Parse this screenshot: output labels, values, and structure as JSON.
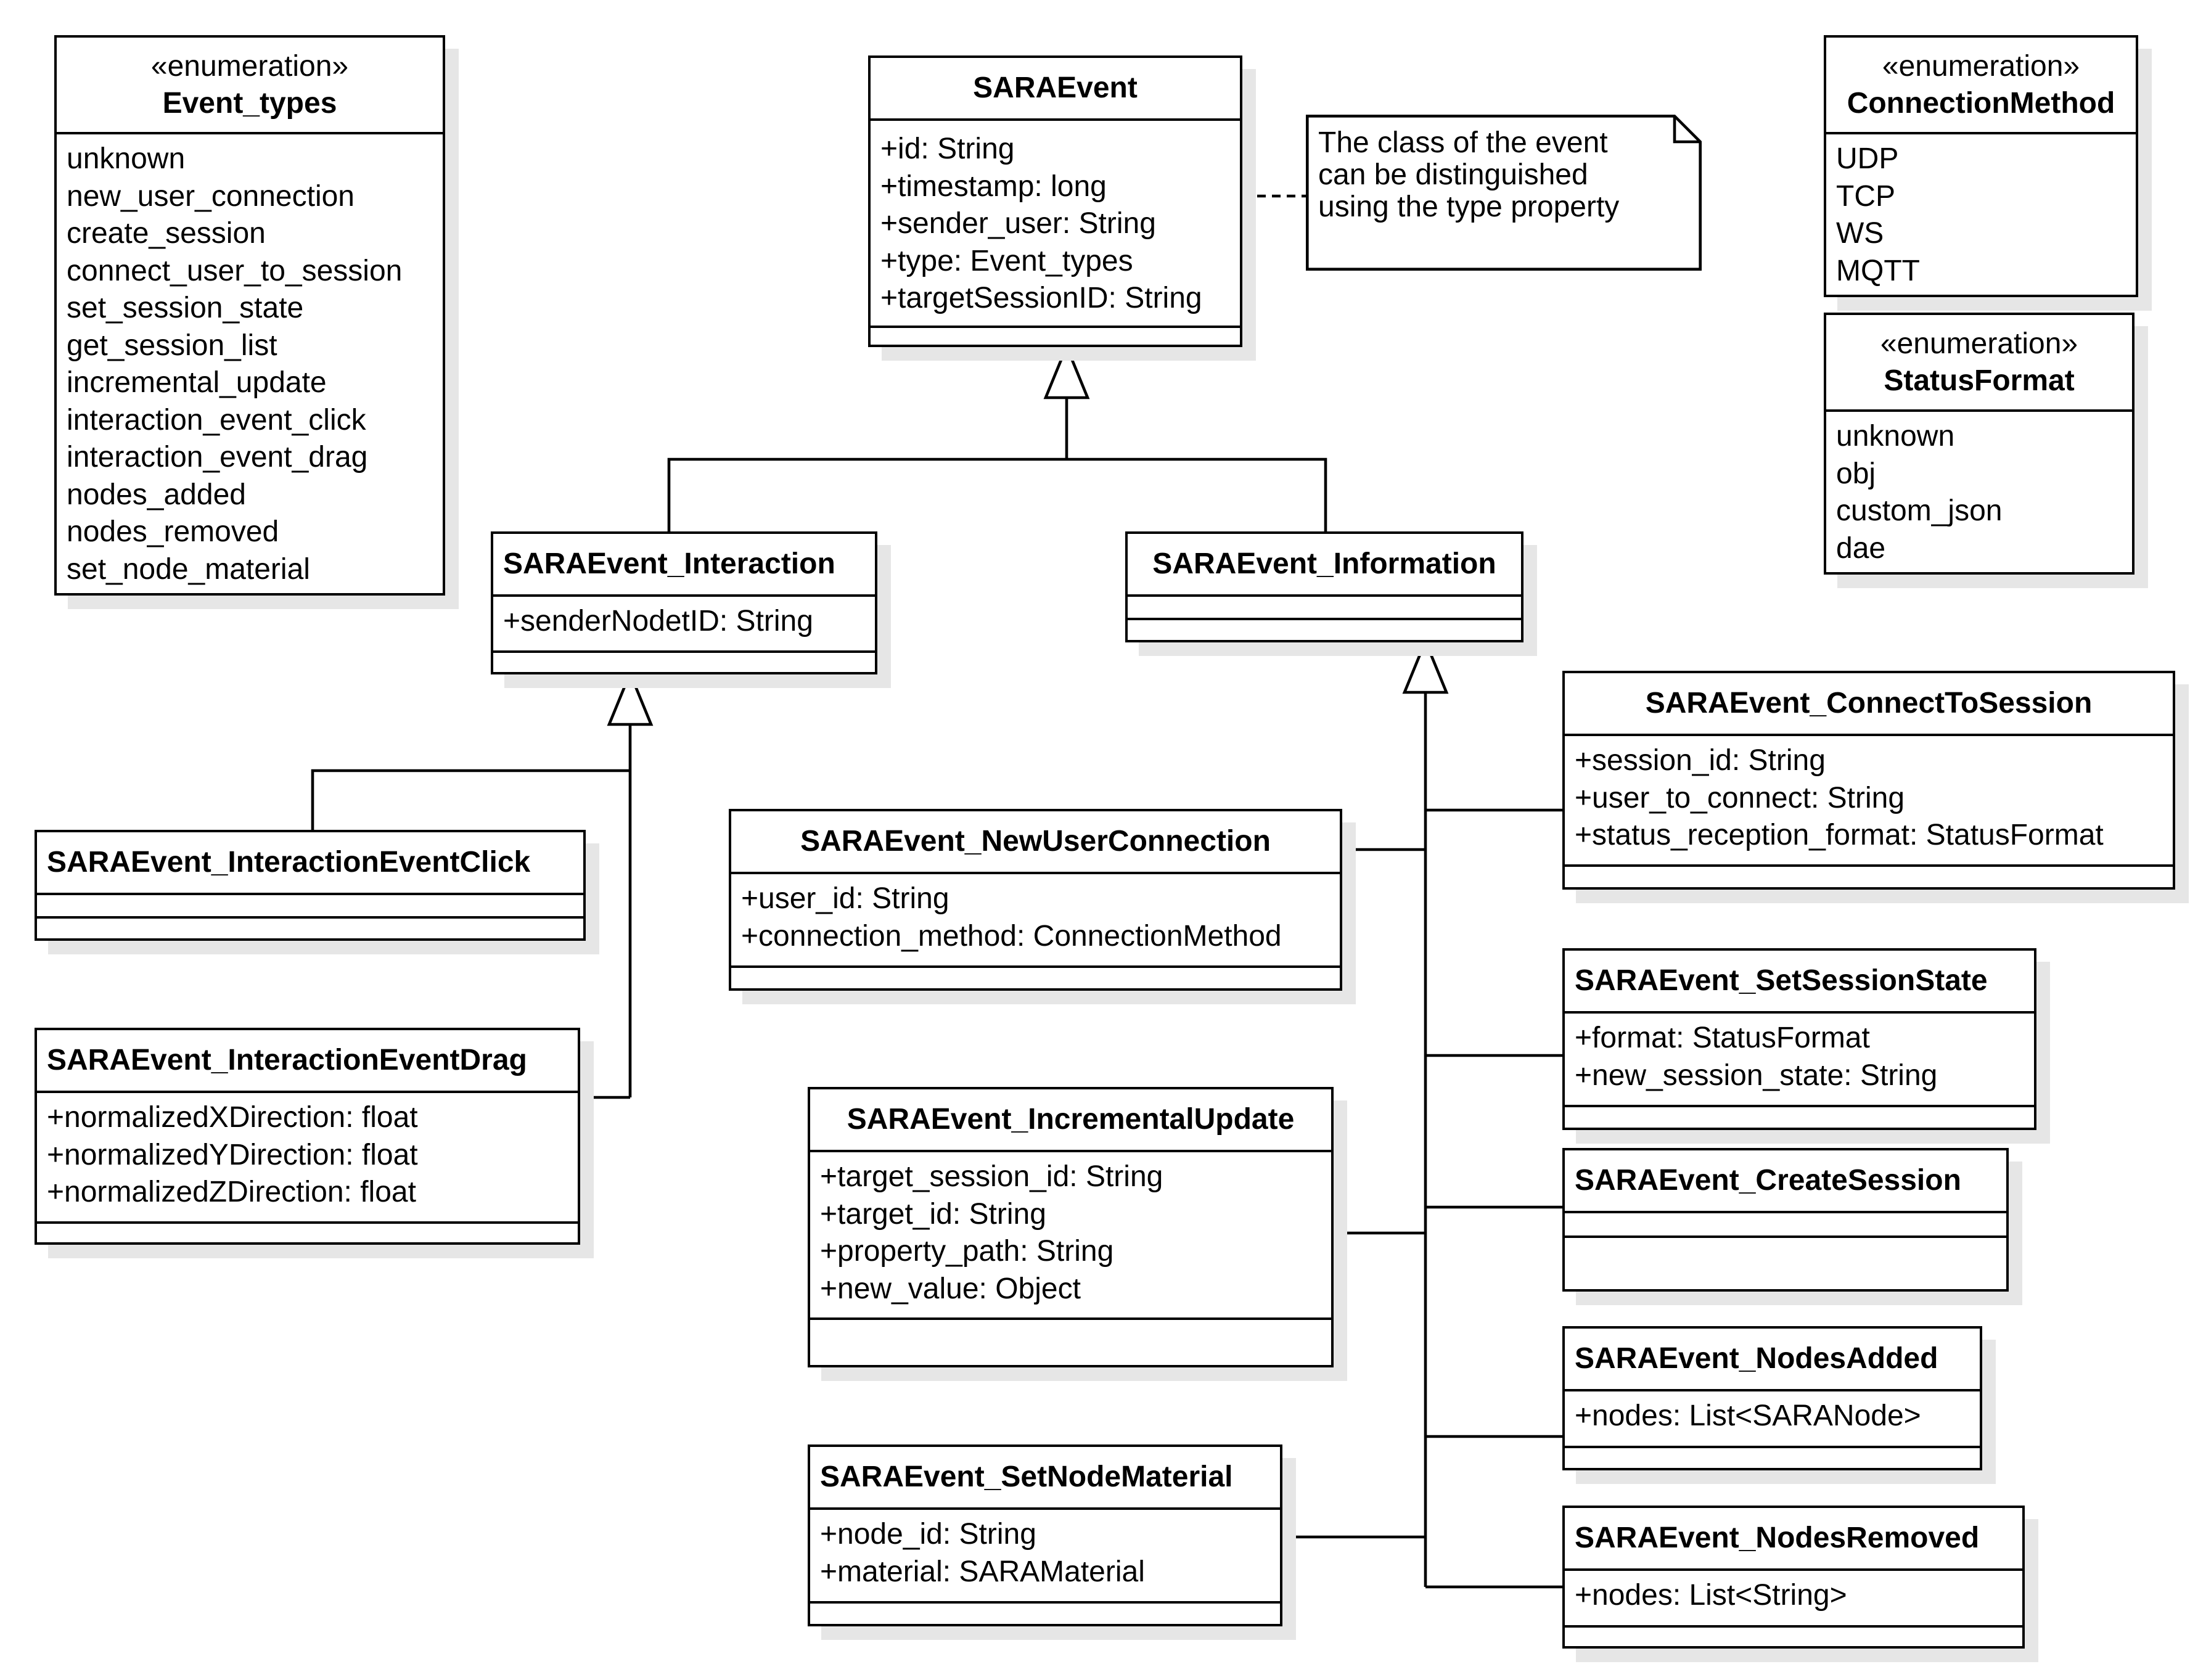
{
  "enum_event_types": {
    "stereotype": "«enumeration»",
    "name": "Event_types",
    "values": [
      "unknown",
      "new_user_connection",
      "create_session",
      "connect_user_to_session",
      "set_session_state",
      "get_session_list",
      "incremental_update",
      "interaction_event_click",
      "interaction_event_drag",
      "nodes_added",
      "nodes_removed",
      "set_node_material"
    ]
  },
  "enum_connection_method": {
    "stereotype": "«enumeration»",
    "name": "ConnectionMethod",
    "values": [
      "UDP",
      "TCP",
      "WS",
      "MQTT"
    ]
  },
  "enum_status_format": {
    "stereotype": "«enumeration»",
    "name": "StatusFormat",
    "values": [
      "unknown",
      "obj",
      "custom_json",
      "dae"
    ]
  },
  "sara_event": {
    "name": "SARAEvent",
    "attributes": [
      "+id: String",
      "+timestamp: long",
      "+sender_user: String",
      "+type: Event_types",
      "+targetSessionID: String"
    ]
  },
  "note": {
    "lines": [
      "The class of the event",
      "can be distinguished",
      "using the type property"
    ]
  },
  "interaction": {
    "name": "SARAEvent_Interaction",
    "attributes": [
      "+senderNodetID: String"
    ]
  },
  "information": {
    "name": "SARAEvent_Information",
    "attributes": []
  },
  "click": {
    "name": "SARAEvent_InteractionEventClick",
    "attributes": []
  },
  "drag": {
    "name": "SARAEvent_InteractionEventDrag",
    "attributes": [
      "+normalizedXDirection: float",
      "+normalizedYDirection: float",
      "+normalizedZDirection: float"
    ]
  },
  "new_user_connection": {
    "name": "SARAEvent_NewUserConnection",
    "attributes": [
      "+user_id: String",
      "+connection_method: ConnectionMethod"
    ]
  },
  "incremental_update": {
    "name": "SARAEvent_IncrementalUpdate",
    "attributes": [
      "+target_session_id: String",
      "+target_id: String",
      "+property_path: String",
      "+new_value: Object"
    ]
  },
  "set_node_material": {
    "name": "SARAEvent_SetNodeMaterial",
    "attributes": [
      "+node_id: String",
      "+material: SARAMaterial"
    ]
  },
  "connect_to_session": {
    "name": "SARAEvent_ConnectToSession",
    "attributes": [
      "+session_id: String",
      "+user_to_connect: String",
      "+status_reception_format: StatusFormat"
    ]
  },
  "set_session_state": {
    "name": "SARAEvent_SetSessionState",
    "attributes": [
      "+format: StatusFormat",
      "+new_session_state: String"
    ]
  },
  "create_session": {
    "name": "SARAEvent_CreateSession",
    "attributes": []
  },
  "nodes_added": {
    "name": "SARAEvent_NodesAdded",
    "attributes": [
      "+nodes: List<SARANode>"
    ]
  },
  "nodes_removed": {
    "name": "SARAEvent_NodesRemoved",
    "attributes": [
      "+nodes: List<String>"
    ]
  }
}
